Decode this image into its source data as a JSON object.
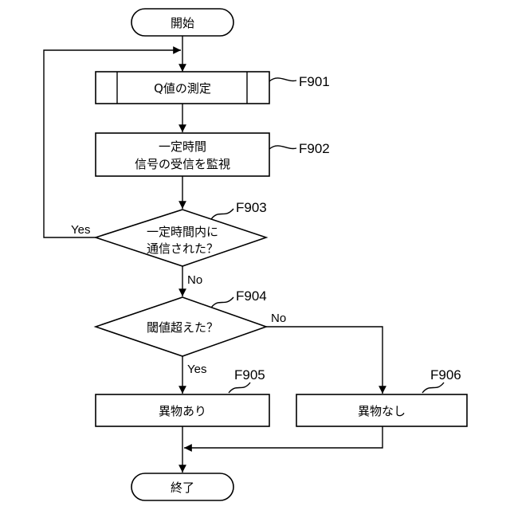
{
  "nodes": {
    "start": {
      "text": "開始"
    },
    "q_measure": {
      "text": "Q値の測定",
      "ref": "F901"
    },
    "monitor": {
      "line1": "一定時間",
      "line2": "信号の受信を監視",
      "ref": "F902"
    },
    "decision_comm": {
      "line1": "一定時間内に",
      "line2": "通信された？",
      "ref": "F903"
    },
    "decision_threshold": {
      "text": "閾値超えた？",
      "ref": "F904"
    },
    "foreign_yes": {
      "text": "異物あり",
      "ref": "F905"
    },
    "foreign_no": {
      "text": "異物なし",
      "ref": "F906"
    },
    "end": {
      "text": "終了"
    }
  },
  "branches": {
    "comm_yes": "Yes",
    "comm_no": "No",
    "threshold_yes": "Yes",
    "threshold_no": "No"
  }
}
